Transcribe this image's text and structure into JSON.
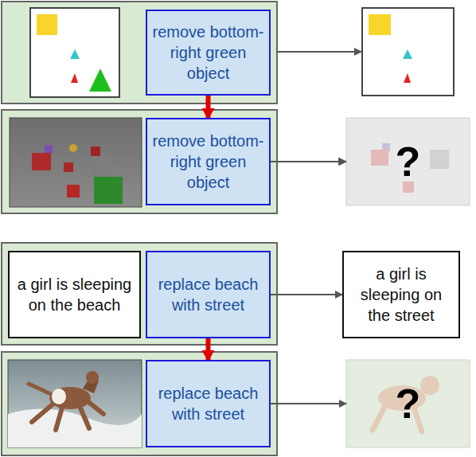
{
  "diagram": {
    "nodes": [
      {
        "text": [
          "remove bottom-right green object"
        ]
      },
      {
        "text": [
          "remove bottom-right green object"
        ]
      },
      {
        "text": [
          "?"
        ]
      },
      {
        "text": [
          "a girl is sleeping on the beach"
        ]
      },
      {
        "text": [
          "replace beach with street"
        ]
      },
      {
        "text": [
          "a girl is sleeping on the street"
        ]
      },
      {
        "text": [
          "replace beach with street"
        ]
      },
      {
        "text": [
          "?"
        ]
      }
    ],
    "edges": [
      {
        "from": 0,
        "to": 1,
        "arrow": "to"
      },
      {
        "from": 1,
        "to": 2,
        "arrow": "to"
      },
      {
        "from": 4,
        "to": 5,
        "arrow": "to"
      },
      {
        "from": 4,
        "to": 6,
        "arrow": "to"
      },
      {
        "from": 6,
        "to": 7,
        "arrow": "to"
      }
    ]
  }
}
